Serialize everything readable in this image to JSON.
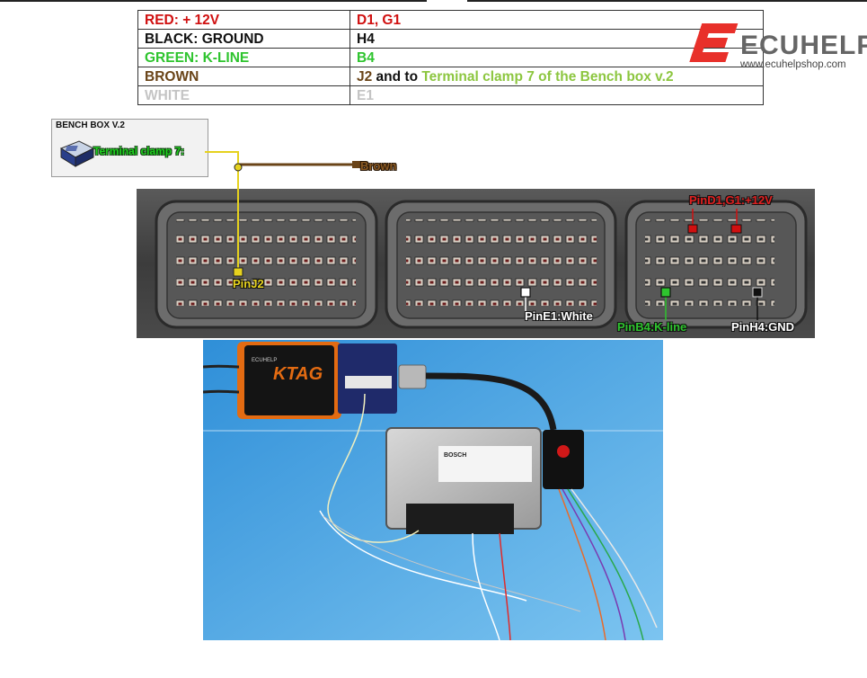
{
  "wiring_table": {
    "rows": [
      {
        "color_label": "RED: + 12V",
        "pins_bold": "D1, G1",
        "connector_text": "",
        "terminal_text": "",
        "color_key": "red"
      },
      {
        "color_label": "BLACK: GROUND",
        "pins_bold": "H4",
        "connector_text": "",
        "terminal_text": "",
        "color_key": "black"
      },
      {
        "color_label": "GREEN: K-LINE",
        "pins_bold": "B4",
        "connector_text": "",
        "terminal_text": "",
        "color_key": "green"
      },
      {
        "color_label": "BROWN",
        "pins_bold": "J2",
        "connector_text": " and to ",
        "terminal_text": "Terminal clamp 7 of the Bench box v.2",
        "color_key": "brown"
      },
      {
        "color_label": "WHITE",
        "pins_bold": "E1",
        "connector_text": "",
        "terminal_text": "",
        "color_key": "white"
      }
    ]
  },
  "logo": {
    "brand": "ECUHELP",
    "url": "www.ecuhelpshop.com"
  },
  "bench_box": {
    "title": "BENCH BOX V.2",
    "terminal_label": "Terminal clamp 7:"
  },
  "wire_labels": {
    "brown": "Brown"
  },
  "pin_labels": {
    "j2": "PinJ2",
    "e1": "PinE1:White",
    "b4": "PinB4:K-line",
    "h4": "PinH4:GND",
    "d1g1": "PinD1,G1:+12V"
  },
  "photo": {
    "tool_brand": "KTAG",
    "tool_maker": "ECUHELP",
    "ecu_brand": "BOSCH"
  },
  "colors": {
    "red": "#d01010",
    "black": "#111111",
    "green": "#2ec42e",
    "brown": "#6a4418",
    "white": "#c4c4c4",
    "terminal": "#8cc63f",
    "wire_yellow": "#e6d21e",
    "photo_bg": "#4aa3e0"
  }
}
